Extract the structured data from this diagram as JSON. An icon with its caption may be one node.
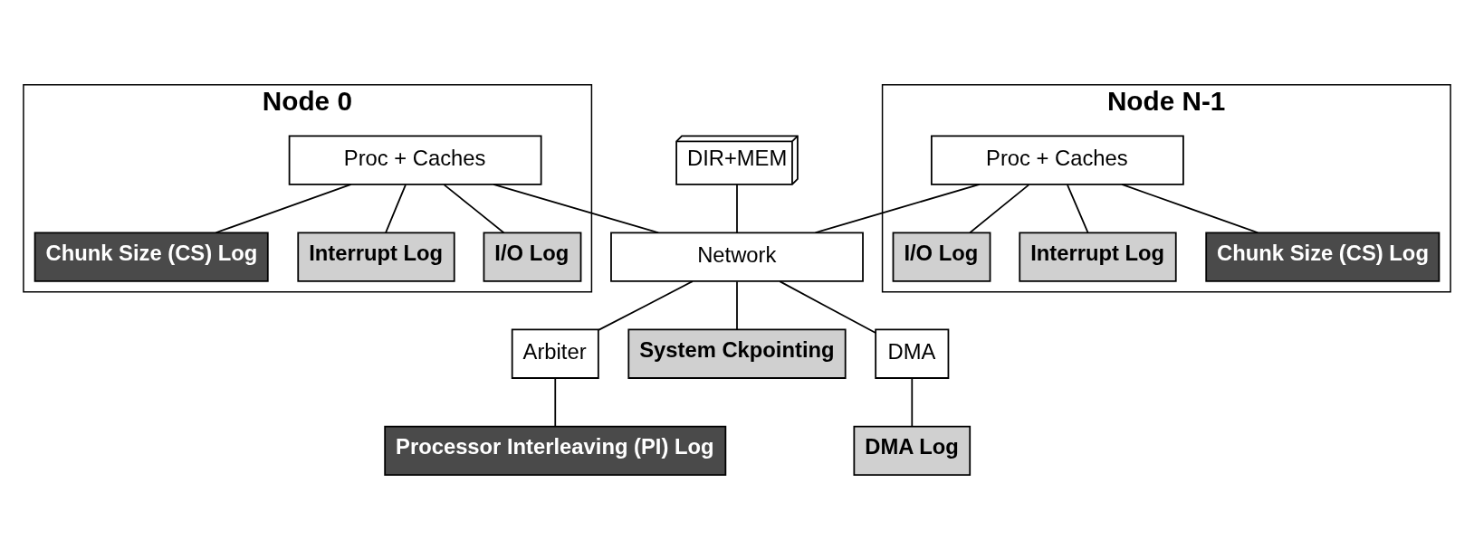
{
  "diagram": {
    "nodes": [
      {
        "text": [
          "Node 0"
        ]
      },
      {
        "text": [
          "Proc + Caches"
        ],
        "in": 0
      },
      {
        "text": [
          "Chunk Size (CS) Log"
        ],
        "in": 0
      },
      {
        "text": [
          "Interrupt Log"
        ],
        "in": 0
      },
      {
        "text": [
          "I/O Log"
        ],
        "in": 0
      },
      {
        "text": [
          "DIR+MEM"
        ]
      },
      {
        "text": [
          "Network"
        ]
      },
      {
        "text": [
          "Arbiter"
        ]
      },
      {
        "text": [
          "System Ckpointing"
        ]
      },
      {
        "text": [
          "DMA"
        ]
      },
      {
        "text": [
          "Processor Interleaving (PI) Log"
        ]
      },
      {
        "text": [
          "DMA Log"
        ]
      },
      {
        "text": [
          "Node N-1"
        ]
      },
      {
        "text": [
          "Proc + Caches"
        ],
        "in": 12
      },
      {
        "text": [
          "I/O Log"
        ],
        "in": 12
      },
      {
        "text": [
          "Interrupt Log"
        ],
        "in": 12
      },
      {
        "text": [
          "Chunk Size (CS) Log"
        ],
        "in": 12
      }
    ],
    "edges": [
      {
        "from": 1,
        "to": 2,
        "arrow": "none"
      },
      {
        "from": 1,
        "to": 3,
        "arrow": "none"
      },
      {
        "from": 1,
        "to": 4,
        "arrow": "none"
      },
      {
        "from": 1,
        "to": 6,
        "arrow": "none"
      },
      {
        "from": 5,
        "to": 6,
        "arrow": "none"
      },
      {
        "from": 6,
        "to": 7,
        "arrow": "none"
      },
      {
        "from": 6,
        "to": 8,
        "arrow": "none"
      },
      {
        "from": 6,
        "to": 9,
        "arrow": "none"
      },
      {
        "from": 7,
        "to": 10,
        "arrow": "none"
      },
      {
        "from": 9,
        "to": 11,
        "arrow": "none"
      },
      {
        "from": 13,
        "to": 14,
        "arrow": "none"
      },
      {
        "from": 13,
        "to": 15,
        "arrow": "none"
      },
      {
        "from": 13,
        "to": 16,
        "arrow": "none"
      },
      {
        "from": 13,
        "to": 6,
        "arrow": "none"
      }
    ]
  }
}
